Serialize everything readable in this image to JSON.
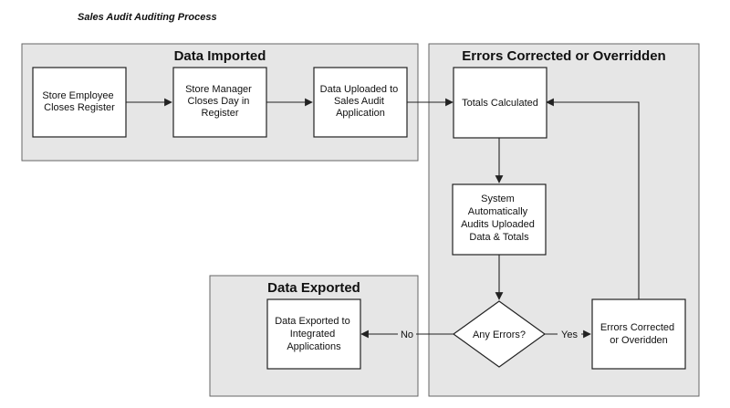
{
  "title": "Sales Audit Auditing Process",
  "lanes": {
    "imported": "Data Imported",
    "errors": "Errors Corrected or Overridden",
    "exported": "Data Exported"
  },
  "nodes": {
    "n1": [
      "Store Employee",
      "Closes Register"
    ],
    "n2": [
      "Store Manager",
      "Closes Day in",
      "Register"
    ],
    "n3": [
      "Data Uploaded to",
      "Sales Audit",
      "Application"
    ],
    "n4": [
      "Totals Calculated"
    ],
    "n5": [
      "System",
      "Automatically",
      "Audits Uploaded",
      "Data & Totals"
    ],
    "n6": [
      "Any Errors?"
    ],
    "n7": [
      "Errors Corrected",
      "or Overidden"
    ],
    "n8": [
      "Data Exported to",
      "Integrated",
      "Applications"
    ]
  },
  "edges": {
    "no": "No",
    "yes": "Yes"
  }
}
